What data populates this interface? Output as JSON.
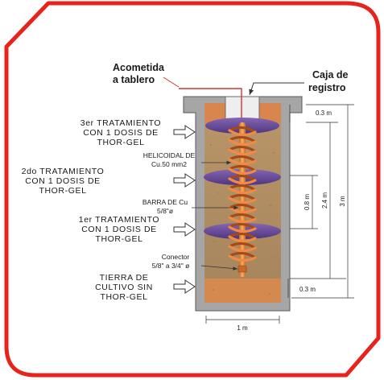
{
  "labels": {
    "acometida_line1": "Acometida",
    "acometida_line2": "a tablero",
    "caja_line1": "Caja de",
    "caja_line2": "registro",
    "tercer_line1": "3er TRATAMIENTO",
    "tercer_line2": "CON 1 DOSIS DE",
    "tercer_line3": "THOR-GEL",
    "helicoidal_line1": "HELICOIDAL DE",
    "helicoidal_line2": "Cu.50 mm2",
    "segundo_line1": "2do TRATAMIENTO",
    "segundo_line2": "CON 1 DOSIS DE",
    "segundo_line3": "THOR-GEL",
    "barra_line1": "BARRA DE Cu",
    "barra_line2": "5/8\"ø",
    "primer_line1": "1er TRATAMIENTO",
    "primer_line2": "CON 1 DOSIS DE",
    "primer_line3": "THOR-GEL",
    "conector_line1": "Conector",
    "conector_line2": "5/8\" a 3/4\" ø",
    "tierra_line1": "TIERRA DE",
    "tierra_line2": "CULTIVO SIN",
    "tierra_line3": "THOR-GEL"
  },
  "dimensions": {
    "top": "0.3 m",
    "middle": "2.4 m",
    "spacing": "0.8 m",
    "bottom": "0.3 m",
    "total": "3 m",
    "width": "1 m"
  },
  "colors": {
    "frame": "#e8231b",
    "wall": "#a6a6a6",
    "fill_soil": "#b8956a",
    "top_soil": "#d9864e",
    "bottom_soil": "#d4894f",
    "gel": "#6a4a9a",
    "copper": "#e0642c"
  }
}
